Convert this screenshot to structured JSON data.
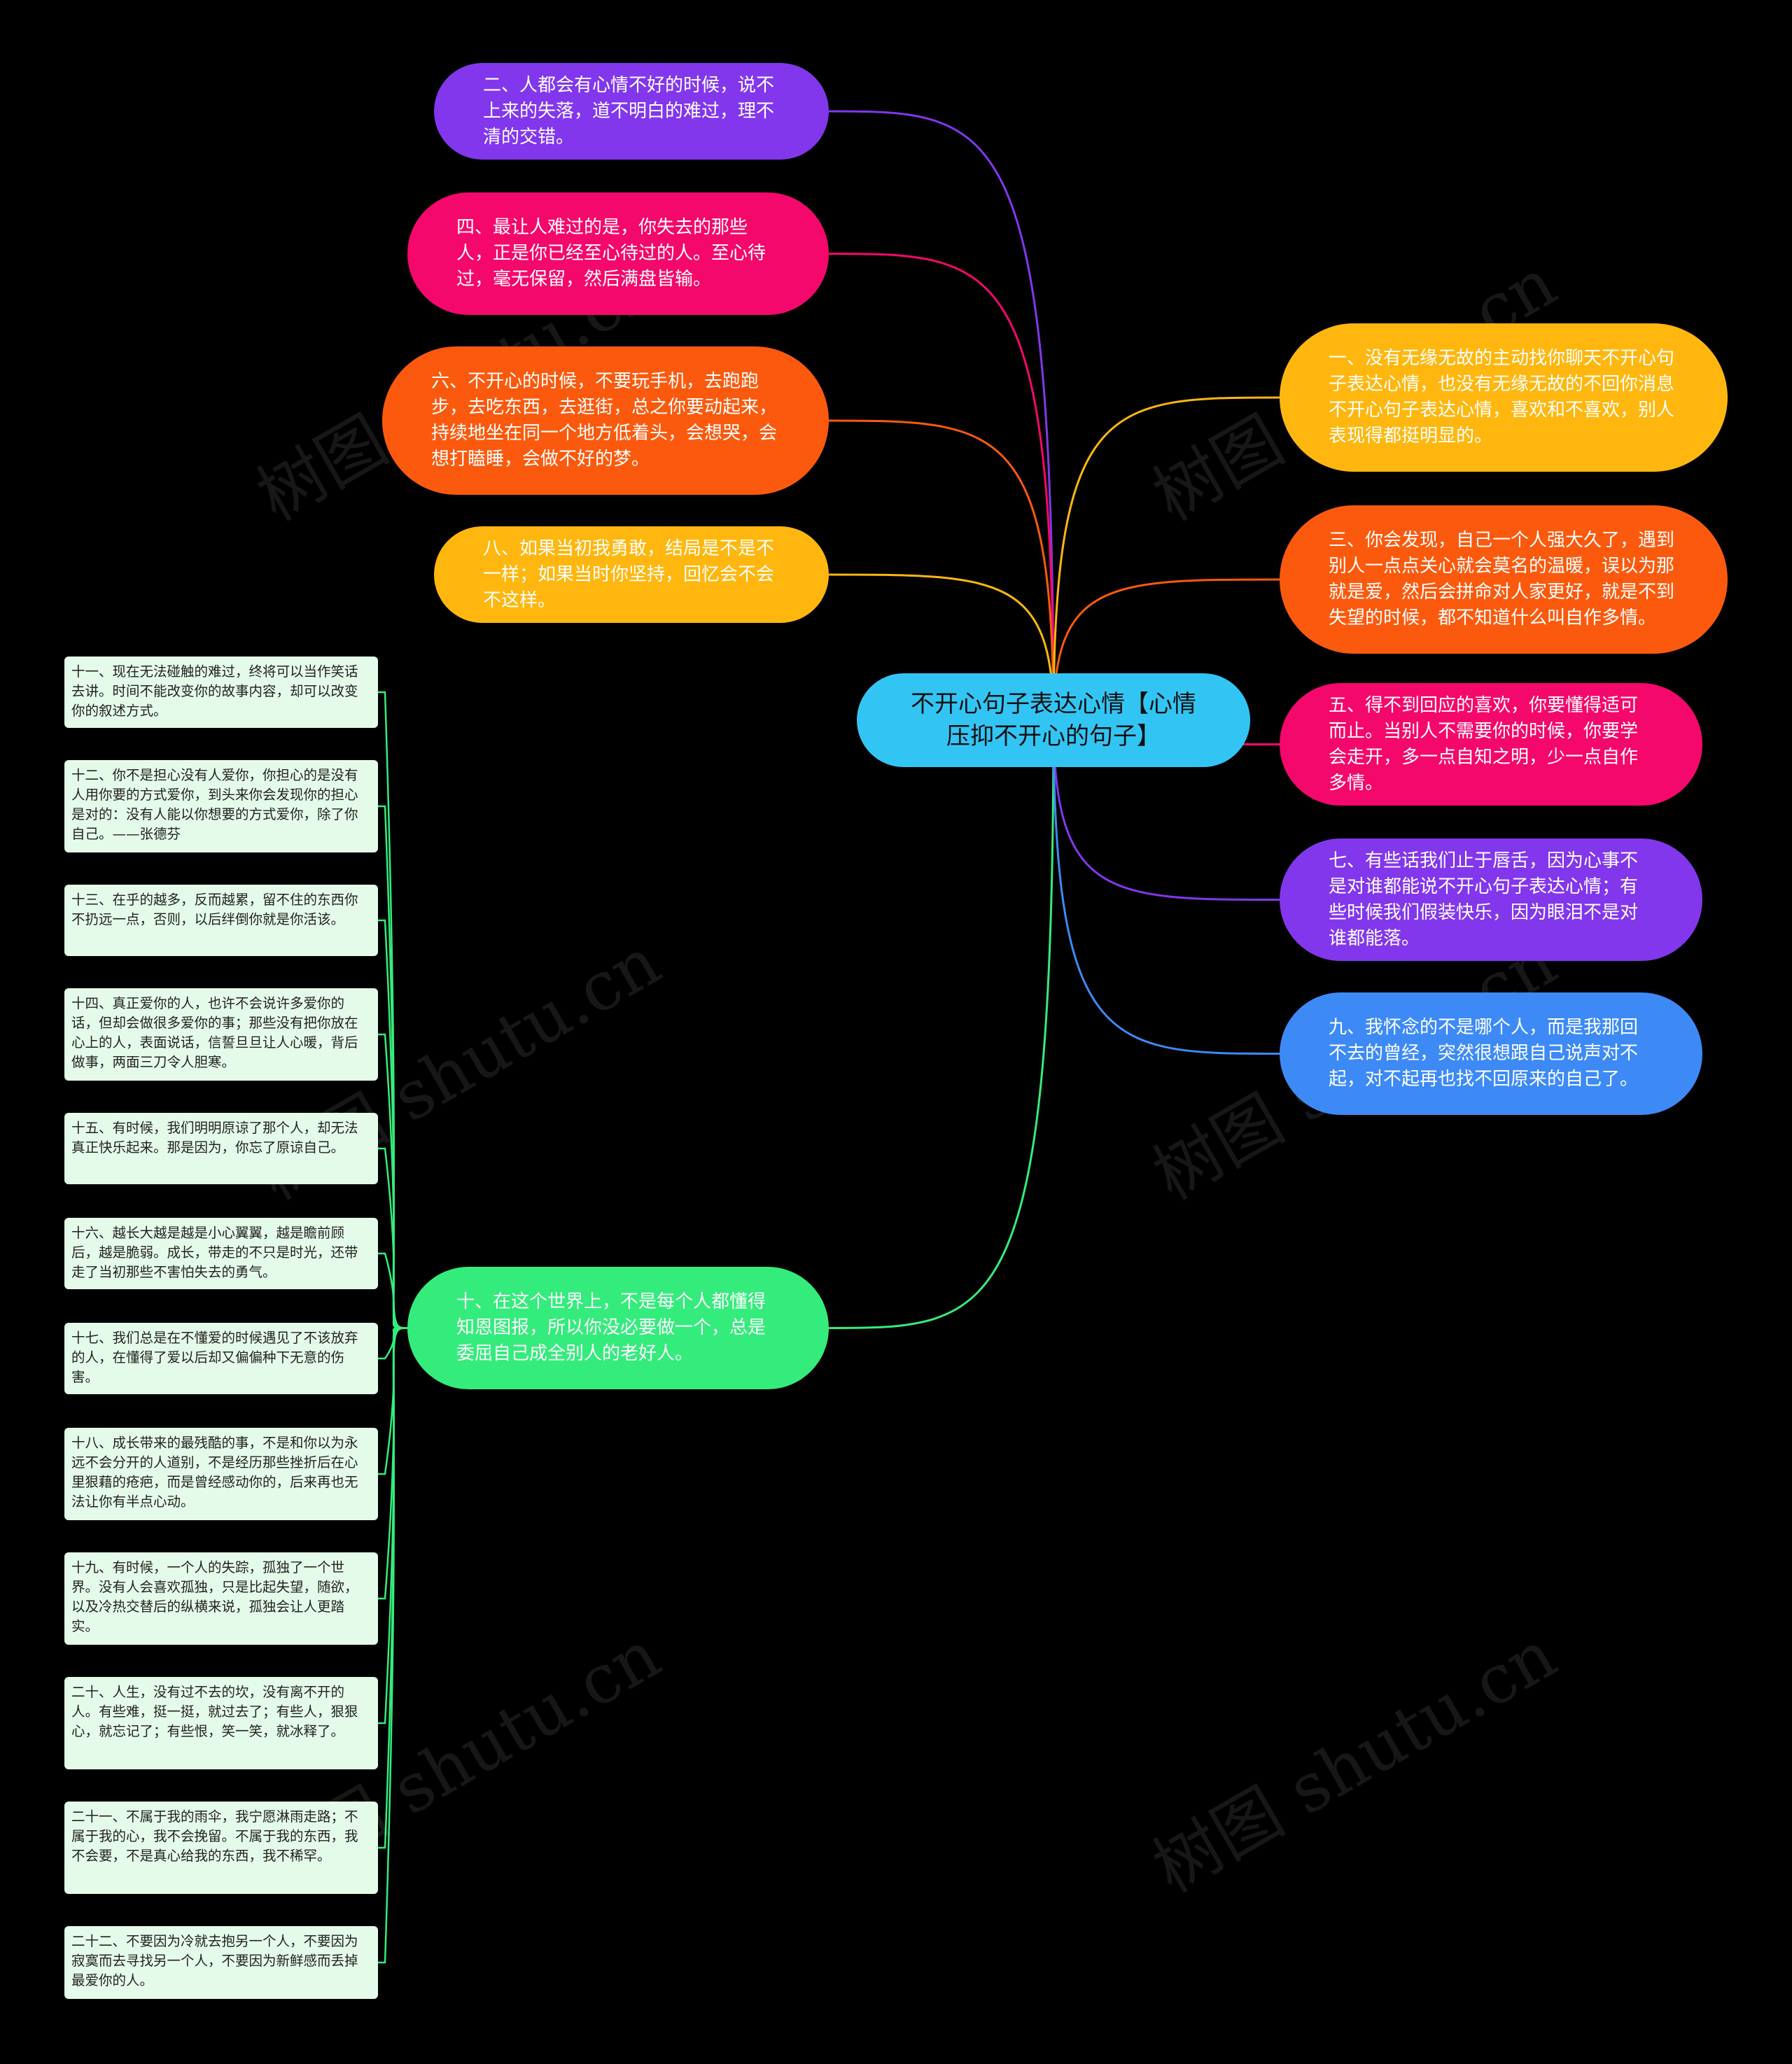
{
  "center": {
    "label": "不开心句子表达心情【心情压抑不开心的句子】",
    "color": "#32c5f4"
  },
  "branches": [
    {
      "label": "二、人都会有心情不好的时候，说不上来的失落，道不明白的难过，理不清的交错。",
      "color": "#8237ec",
      "side": "left"
    },
    {
      "label": "四、最让人难过的是，你失去的那些人，正是你已经至心待过的人。至心待过，毫无保留，然后满盘皆输。",
      "color": "#f5086b",
      "side": "left"
    },
    {
      "label": "六、不开心的时候，不要玩手机，去跑跑步，去吃东西，去逛街，总之你要动起来，持续地坐在同一个地方低着头，会想哭，会想打瞌睡，会做不好的梦。",
      "color": "#fb5a0e",
      "side": "left"
    },
    {
      "label": "八、如果当初我勇敢，结局是不是不一样；如果当时你坚持，回忆会不会不这样。",
      "color": "#ffb70f",
      "side": "left"
    },
    {
      "label": "十、在这个世界上，不是每个人都懂得知恩图报，所以你没必要做一个，总是委屈自己成全别人的老好人。",
      "color": "#34ec7c",
      "side": "left"
    },
    {
      "label": "一、没有无缘无故的主动找你聊天不开心句子表达心情，也没有无缘无故的不回你消息不开心句子表达心情，喜欢和不喜欢，别人表现得都挺明显的。",
      "color": "#ffb70f",
      "side": "right"
    },
    {
      "label": "三、你会发现，自己一个人强大久了，遇到别人一点点关心就会莫名的温暖，误以为那就是爱，然后会拼命对人家更好，就是不到失望的时候，都不知道什么叫自作多情。",
      "color": "#fb5a0e",
      "side": "right"
    },
    {
      "label": "五、得不到回应的喜欢，你要懂得适可而止。当别人不需要你的时候，你要学会走开，多一点自知之明，少一点自作多情。",
      "color": "#f5086b",
      "side": "right"
    },
    {
      "label": "七、有些话我们止于唇舌，因为心事不是对谁都能说不开心句子表达心情；有些时候我们假装快乐，因为眼泪不是对谁都能落。",
      "color": "#8237ec",
      "side": "right"
    },
    {
      "label": "九、我怀念的不是哪个人，而是我那回不去的曾经，突然很想跟自己说声对不起，对不起再也找不回原来的自己了。",
      "color": "#3d8af7",
      "side": "right"
    }
  ],
  "leaves": [
    "十一、现在无法碰触的难过，终将可以当作笑话去讲。时间不能改变你的故事内容，却可以改变你的叙述方式。",
    "十二、你不是担心没有人爱你，你担心的是没有人用你要的方式爱你，到头来你会发现你的担心是对的：没有人能以你想要的方式爱你，除了你自己。——张德芬",
    "十三、在乎的越多，反而越累，留不住的东西你不扔远一点，否则，以后绊倒你就是你活该。",
    "十四、真正爱你的人，也许不会说许多爱你的话，但却会做很多爱你的事；那些没有把你放在心上的人，表面说话，信誓旦旦让人心暖，背后做事，两面三刀令人胆寒。",
    "十五、有时候，我们明明原谅了那个人，却无法真正快乐起来。那是因为，你忘了原谅自己。",
    "十六、越长大越是越是小心翼翼，越是瞻前顾后，越是脆弱。成长，带走的不只是时光，还带走了当初那些不害怕失去的勇气。",
    "十七、我们总是在不懂爱的时候遇见了不该放弃的人，在懂得了爱以后却又偏偏种下无意的伤害。",
    "十八、成长带来的最残酷的事，不是和你以为永远不会分开的人道别，不是经历那些挫折后在心里狠藉的疮疤，而是曾经感动你的，后来再也无法让你有半点心动。",
    "十九、有时候，一个人的失踪，孤独了一个世界。没有人会喜欢孤独，只是比起失望，随欲，以及冷热交替后的纵横来说，孤独会让人更踏实。",
    "二十、人生，没有过不去的坎，没有离不开的人。有些难，挺一挺，就过去了；有些人，狠狠心，就忘记了；有些恨，笑一笑，就冰释了。",
    "二十一、不属于我的雨伞，我宁愿淋雨走路；不属于我的心，我不会挽留。不属于我的东西，我不会要，不是真心给我的东西，我不稀罕。",
    "二十二、不要因为冷就去抱另一个人，不要因为寂寞而去寻找另一个人，不要因为新鲜感而丢掉最爱你的人。"
  ],
  "leaf_link_color": "#34ec7c",
  "watermark_text": "树图 shutu.cn"
}
